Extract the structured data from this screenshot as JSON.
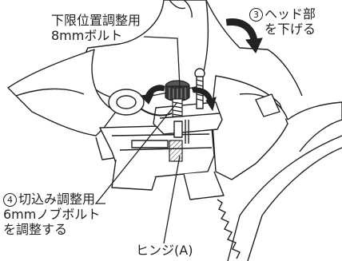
{
  "labels": {
    "lower_limit_bolt": [
      "下限位置調整用",
      "8mmボルト"
    ],
    "head_lower": {
      "step": "3",
      "lines": [
        "ヘッド部",
        "を下げる"
      ]
    },
    "cut_depth_bolt": {
      "step": "4",
      "lines": [
        "切込み調整用",
        "6mmノブボルト",
        "を調整する"
      ]
    },
    "hinge": "ヒンジ(A)"
  },
  "colors": {
    "line": "#222222",
    "background": "#ffffff"
  }
}
